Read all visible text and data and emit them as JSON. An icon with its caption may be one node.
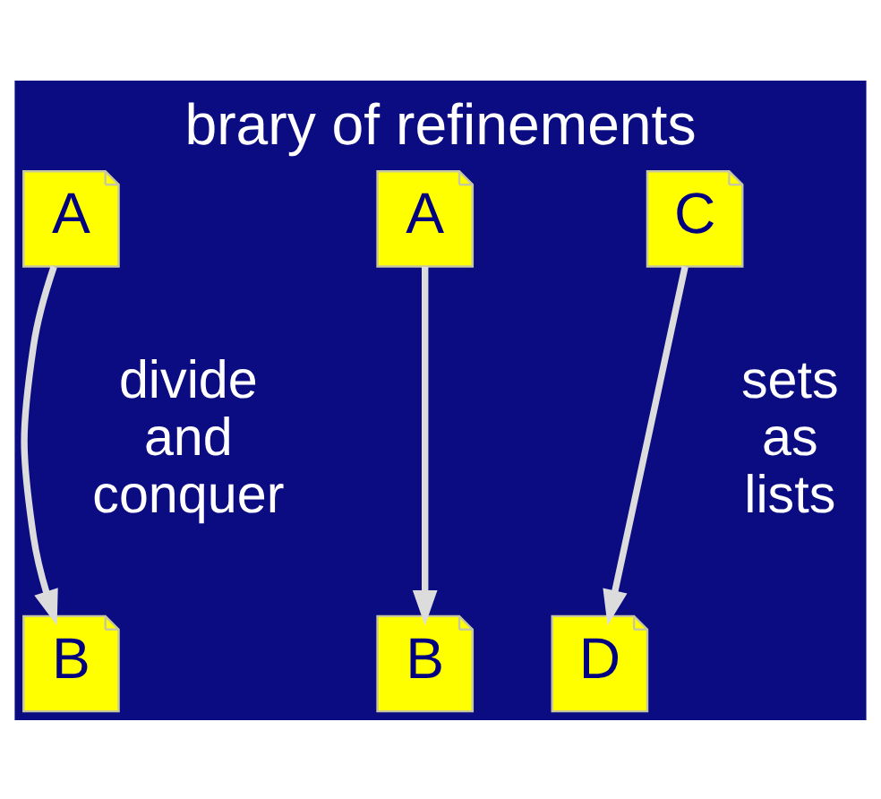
{
  "diagram": {
    "title": "brary of refinements",
    "nodes": [
      {
        "text": [
          "A"
        ]
      },
      {
        "text": [
          "A"
        ]
      },
      {
        "text": [
          "C"
        ]
      },
      {
        "text": [
          "B"
        ]
      },
      {
        "text": [
          "B"
        ]
      },
      {
        "text": [
          "D"
        ]
      }
    ],
    "edges": [
      {
        "from": 0,
        "to": 3,
        "arrow": "to"
      },
      {
        "from": 1,
        "to": 4,
        "arrow": "to"
      },
      {
        "from": 2,
        "to": 5,
        "arrow": "to"
      }
    ],
    "labels": [
      "divide and conquer",
      "sets as lists"
    ]
  }
}
